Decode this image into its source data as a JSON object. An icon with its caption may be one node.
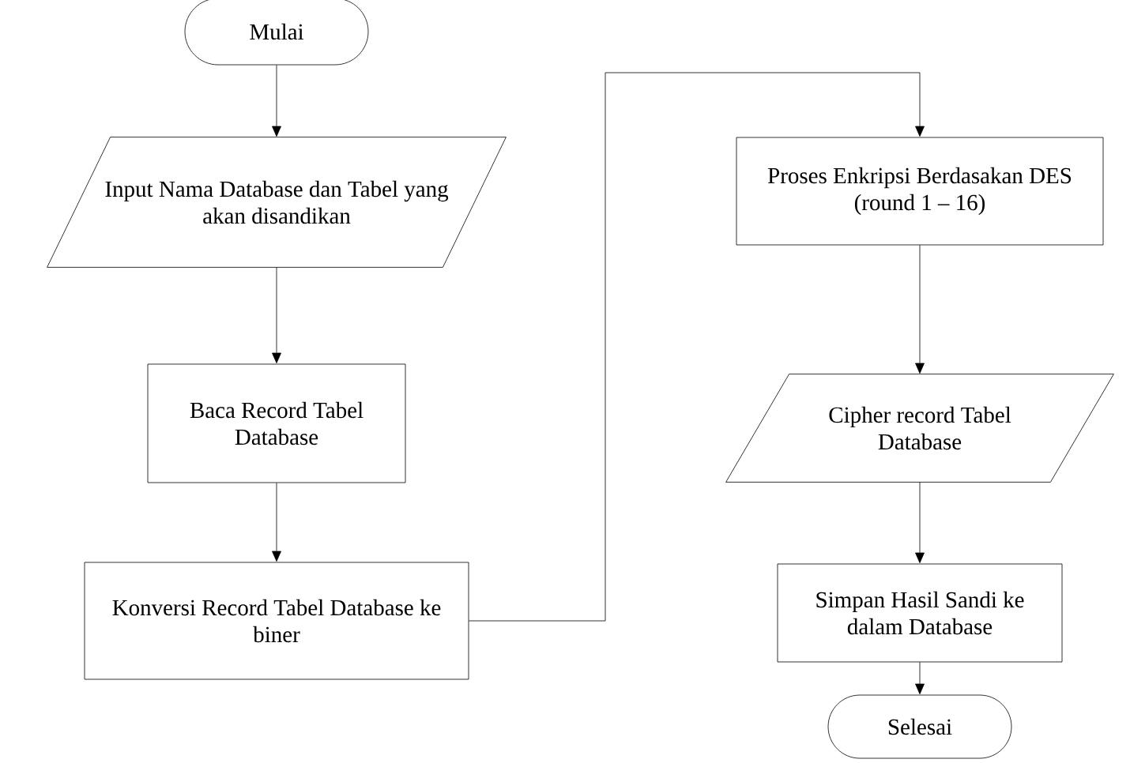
{
  "diagram": {
    "nodes": [
      {
        "text": [
          "Mulai"
        ]
      },
      {
        "text": [
          "Input Nama Database dan Tabel yang akan disandikan"
        ]
      },
      {
        "text": [
          "Baca Record Tabel Database"
        ]
      },
      {
        "text": [
          "Konversi Record Tabel Database ke biner"
        ]
      },
      {
        "text": [
          "Proses Enkripsi Berdasakan DES (round 1 – 16)"
        ]
      },
      {
        "text": [
          "Cipher record Tabel Database"
        ]
      },
      {
        "text": [
          "Simpan Hasil Sandi ke dalam Database"
        ]
      },
      {
        "text": [
          "Selesai"
        ]
      }
    ],
    "edges": [
      {
        "from": 0,
        "to": 1,
        "arrow": "to"
      },
      {
        "from": 1,
        "to": 2,
        "arrow": "to"
      },
      {
        "from": 2,
        "to": 3,
        "arrow": "to"
      },
      {
        "from": 3,
        "to": 4,
        "arrow": "to"
      },
      {
        "from": 4,
        "to": 5,
        "arrow": "to"
      },
      {
        "from": 5,
        "to": 6,
        "arrow": "to"
      },
      {
        "from": 6,
        "to": 7,
        "arrow": "to"
      }
    ]
  }
}
